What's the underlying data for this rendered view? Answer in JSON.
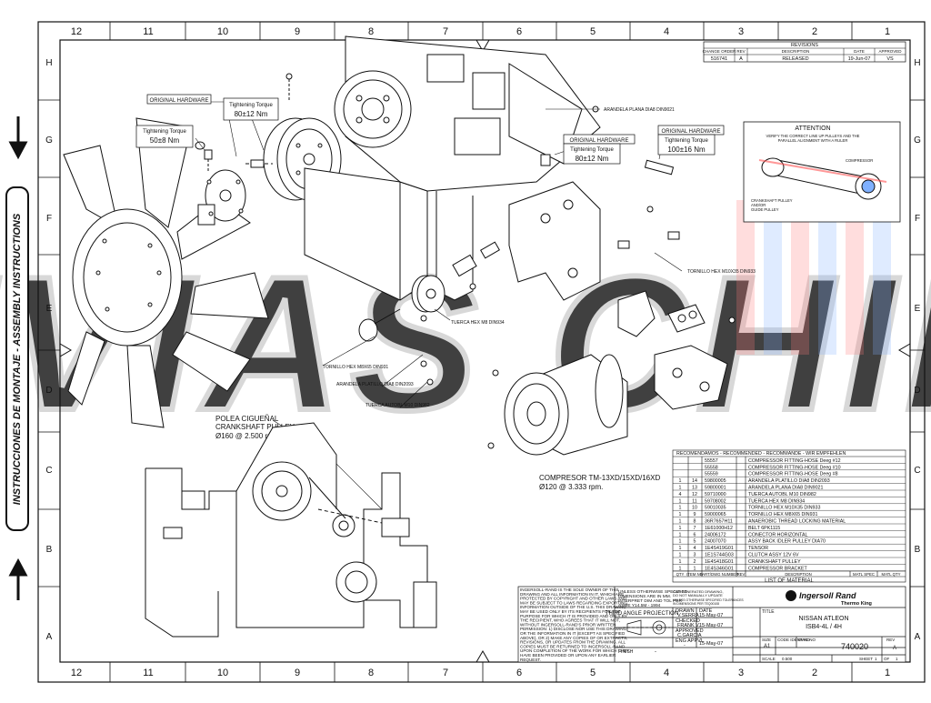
{
  "side_banner": "INSTRUCCIONES DE MONTAJE - ASSEMBLY INSTRUCTIONS",
  "watermark": "SUVIAS CHINO",
  "zones_top": [
    "12",
    "11",
    "10",
    "9",
    "8",
    "7",
    "6",
    "5",
    "4",
    "3",
    "2",
    "1"
  ],
  "zones_side": [
    "H",
    "G",
    "F",
    "E",
    "D",
    "C",
    "B",
    "A"
  ],
  "revisions": {
    "title": "REVISIONS",
    "headers": [
      "CHANGE ORDER",
      "REV",
      "DESCRIPTION",
      "DATE",
      "APPROVED"
    ],
    "row": [
      "516741",
      "A",
      "RELEASED",
      "19-Jun-07",
      "VS"
    ]
  },
  "callouts": {
    "orig1": "ORIGINAL HARDWARE",
    "torque1_label": "Tightening Torque",
    "torque1_value": "80±12 Nm",
    "torque2_label": "Tightening Torque",
    "torque2_value": "50±8 Nm",
    "orig2": "ORIGINAL HARDWARE",
    "torque3_label": "Tightening Torque",
    "torque3_value": "80±12 Nm",
    "orig3": "ORIGINAL HARDWARE",
    "torque4_label": "Tightening Torque",
    "torque4_value": "100±16 Nm"
  },
  "labels": {
    "arandela_plana": "ARANDELA PLANA DIA8 DIN9021",
    "tornillo_m10": "TORNILLO HEX M10X35 DIN933",
    "tuerca_m8": "TUERCA HEX M8 DIN934",
    "tornillo_m8": "TORNILLO HEX M8X65 DIN931",
    "arandela_platillo": "ARANDELA PLATILLO DIA8 DIN2093",
    "tuerca_autobl": "TUERCA AUTOBL M10 DIN982",
    "polea1": "POLEA CIGUEÑAL",
    "polea2": "CRANKSHAFT PULLEY",
    "polea3": "Ø160 @ 2.500 rpm.",
    "compresor1": "COMPRESOR TM-13XD/15XD/16XD",
    "compresor2": "Ø120 @ 3.333 rpm."
  },
  "attention": {
    "title": "ATTENTION",
    "line1": "VERIFY THE CORRECT LINE UP PULLEYS AND THE",
    "line2": "PARALLEL ALIGNMENT WITH A RULER",
    "compressor": "COMPRESSOR",
    "crank1": "CRANKSHAFT PULLEY",
    "crank2": "AND/OR",
    "crank3": "GUIDE PULLEY"
  },
  "recommended": "RECOMENDAMOS - RECOMMENDED - RECOMMANDE - WIR EMPFEHLEN",
  "bom": [
    [
      "",
      "",
      "55557",
      "COMPRESSOR FITTING-HOSE Deeg #12"
    ],
    [
      "",
      "",
      "55558",
      "COMPRESSOR FITTING-HOSE Deeg #10"
    ],
    [
      "",
      "",
      "55559",
      "COMPRESSOR FITTING-HOSE Deeg #8"
    ],
    [
      "1",
      "14",
      "59800005",
      "ARANDELA PLATILLO DIA8 DIN2093"
    ],
    [
      "1",
      "13",
      "59800001",
      "ARANDELA PLANA DIA8 DIN9021"
    ],
    [
      "4",
      "12",
      "59710000",
      "TUERCA AUTOBL M10 DIN982"
    ],
    [
      "1",
      "11",
      "59708002",
      "TUERCA HEX M8 DIN934"
    ],
    [
      "1",
      "10",
      "59010035",
      "TORNILLO HEX M10X35 DIN933"
    ],
    [
      "1",
      "9",
      "59000065",
      "TORNILLO HEX M8X65 DIN931"
    ],
    [
      "1",
      "8",
      "36R7657H11",
      "ANAEROBIC THREAD LOCKING MATERIAL"
    ],
    [
      "1",
      "7",
      "1E61000H12",
      "BELT 6PK1115"
    ],
    [
      "1",
      "6",
      "24006172",
      "CONECTOR HORIZONTAL"
    ],
    [
      "1",
      "5",
      "24007070",
      "ASSY BACK IDLER PULLEY DIA70"
    ],
    [
      "1",
      "4",
      "1E4S419G01",
      "TENSOR"
    ],
    [
      "1",
      "3",
      "1E1S744G03",
      "CLUTCH ASSY 12V 6V"
    ],
    [
      "1",
      "2",
      "1E4S418G01",
      "CRANKSHAFT PULLEY"
    ],
    [
      "1",
      "1",
      "1E4S346G01",
      "COMPRESSOR BRACKET"
    ]
  ],
  "bom_headers": [
    "QTY",
    "ITEM NO",
    "PART/DWG NUMBER",
    "REV",
    "DESCRIPTION",
    "MATL SPEC",
    "MATL QTY"
  ],
  "list_of_material": "LIST OF MATERIAL",
  "proprietary": [
    "INGERSOLL-RAND IS THE SOLE OWNER OF THIS",
    "DRAWING AND ALL INFORMATION IN IT, WHICH ARE",
    "PROTECTED BY COPYRIGHT AND OTHER LAWS AND",
    "MAY BE SUBJECT TO LAWS REGARDING EXPORTING",
    "INFORMATION OUTSIDE OF THE U.S. THIS DRAWING",
    "MAY BE USED ONLY BY ITS RECIPIENTS FOR THE",
    "PURPOSE FOR WHICH IT IS PROVIDED AND ONLY BY",
    "THE RECIPIENT, WHO AGREES THAT IT WILL NOT,",
    "WITHOUT INGERSOLL-RAND'S PRIOR WRITTEN",
    "PERMISSION: 1) DISCLOSE NOR USE THIS DRAWING",
    "OR THE INFORMATION IN IT (EXCEPT AS SPECIFIED",
    "ABOVE), OR 2) MAKE ANY COPIES OF OR EXTRACTS,",
    "REVISIONS, OR UPDATES FROM THE DRAWING. ALL",
    "COPIES MUST BE RETURNED TO INGERSOLL-RAND",
    "UPON COMPLETION OF THE WORK FOR WHICH THEY",
    "HAVE BEEN PROVIDED OR UPON ANY EARLIER",
    "REQUEST."
  ],
  "tolerance_note": [
    "UNLESS OTHERWISE SPECIFIED",
    "DIMENSIONS ARE IN MM.",
    "INTERPRET DIM AND TOL PER",
    "ASME Y14.5M - 1994"
  ],
  "cad_note": [
    "CAD GENERATED DRAWING,",
    "DO NOT MANUALLY UPDATE"
  ],
  "tol_note2": [
    "UNLESS OTHERWISE SPECIFIED TOLERANCES",
    "IN DIMENSIONS PER TEQ00108"
  ],
  "projection": "THIRD ANGLE PROJECTION",
  "finish_label": "FINISH",
  "finish_value": "-",
  "signoffs": {
    "drawn_label": "DRAWN",
    "drawn_name": "V.SERRA",
    "date_label": "DATE",
    "drawn_date": "15-May-07",
    "checked_label": "CHECKED",
    "checked_name": "FRANK V.",
    "checked_date": "15-May-07",
    "approved_label": "APPROVED",
    "approved_name": "C.GARCIA",
    "approved_date": "15-May-07",
    "eng_label": "ENG APPVL",
    "eng_name": "-",
    "eng_date": "-"
  },
  "title_label": "TITLE",
  "title_line1": "NISSAN ATLEON",
  "title_line2": "ISB4-4L / 4H",
  "brand": "Ingersoll Rand",
  "brand_sub": "Thermo King",
  "size_label": "SIZE",
  "size_value": "A1",
  "code_label": "CODE IDENT NO",
  "dwg_label": "DWG NO",
  "dwg_no": "740020",
  "rev_label": "REV",
  "rev_value": "A",
  "scale_label": "SCALE",
  "scale_value": "0.500",
  "sheet_label": "SHEET",
  "sheet_value": "1",
  "sheet_of": "OF",
  "sheet_total": "1",
  "colors": {
    "ink": "#111111",
    "watermark_gray": "#d9d9d9",
    "watermark_red": "#ff6666",
    "watermark_blue": "#7fb0ff"
  }
}
